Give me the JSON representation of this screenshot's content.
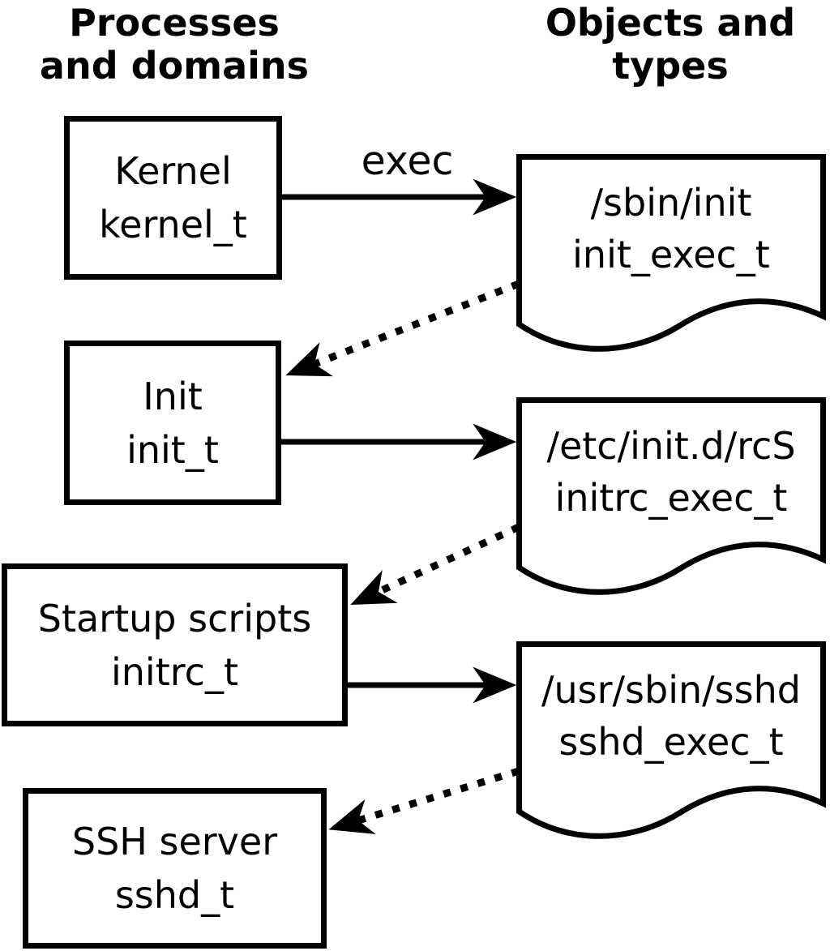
{
  "headers": {
    "processes": {
      "line1": "Processes",
      "line2": "and domains"
    },
    "objects": {
      "line1": "Objects and",
      "line2": "types"
    }
  },
  "process_nodes": [
    {
      "name": "Kernel",
      "domain": "kernel_t"
    },
    {
      "name": "Init",
      "domain": "init_t"
    },
    {
      "name": "Startup scripts",
      "domain": "initrc_t"
    },
    {
      "name": "SSH server",
      "domain": "sshd_t"
    }
  ],
  "object_nodes": [
    {
      "path": "/sbin/init",
      "type": "init_exec_t"
    },
    {
      "path": "/etc/init.d/rcS",
      "type": "initrc_exec_t"
    },
    {
      "path": "/usr/sbin/sshd",
      "type": "sshd_exec_t"
    }
  ],
  "edges": {
    "exec_label": "exec",
    "solid": [
      {
        "from": "kernel_t",
        "to": "init_exec_t",
        "label": "exec"
      },
      {
        "from": "init_t",
        "to": "initrc_exec_t",
        "label": ""
      },
      {
        "from": "initrc_t",
        "to": "sshd_exec_t",
        "label": ""
      }
    ],
    "dotted": [
      {
        "from": "init_exec_t",
        "to": "init_t"
      },
      {
        "from": "initrc_exec_t",
        "to": "initrc_t"
      },
      {
        "from": "sshd_exec_t",
        "to": "sshd_t"
      }
    ]
  },
  "colors": {
    "line": "#000000",
    "background": "#ffffff"
  }
}
